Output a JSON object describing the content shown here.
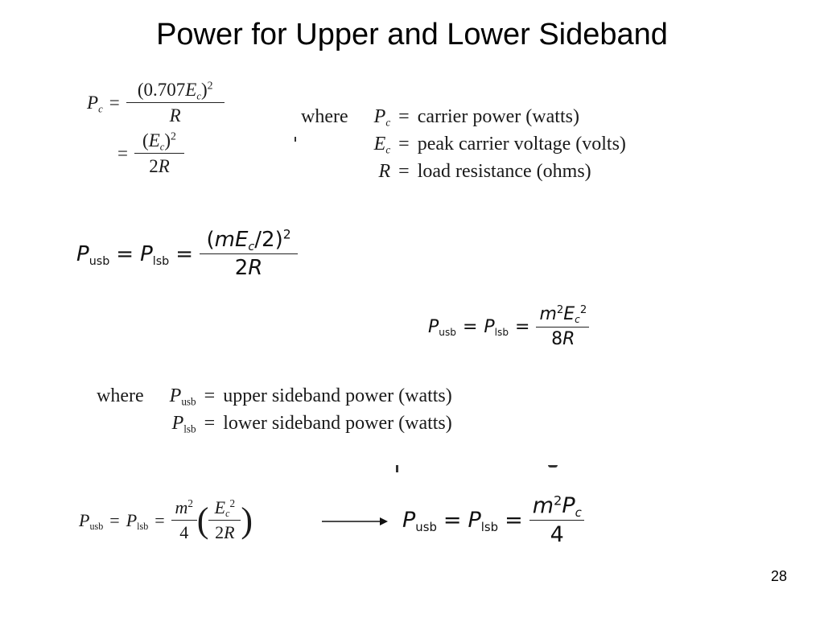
{
  "title": "Power for Upper and Lower Sideband",
  "page_number": "28",
  "carrier_power_eq": {
    "lhs": "P",
    "lhs_sub": "c",
    "eq": "=",
    "num1_open": "(0.707",
    "num1_var": "E",
    "num1_sub": "c",
    "num1_close": ")",
    "num1_exp": "2",
    "den1": "R",
    "num2_open": "(",
    "num2_var": "E",
    "num2_sub": "c",
    "num2_close": ")",
    "num2_exp": "2",
    "den2_coef": "2",
    "den2_var": "R"
  },
  "carrier_defs": {
    "where": "where",
    "rows": [
      {
        "sym": "P",
        "sub": "c",
        "eq": "=",
        "text": "carrier power (watts)"
      },
      {
        "sym": "E",
        "sub": "c",
        "eq": "=",
        "text": "peak carrier voltage (volts)"
      },
      {
        "sym": "R",
        "sub": "",
        "eq": "=",
        "text": "load resistance (ohms)"
      }
    ]
  },
  "sideband_eq1": {
    "p": "P",
    "usb": "usb",
    "lsb": "lsb",
    "eq": "=",
    "num_open": "(",
    "num_m": "m",
    "num_E": "E",
    "num_c": "c",
    "num_rest": "/2)",
    "num_exp": "2",
    "den_coef": "2",
    "den_var": "R"
  },
  "sideband_eq2": {
    "p": "P",
    "usb": "usb",
    "lsb": "lsb",
    "eq": "=",
    "num_m": "m",
    "num_m_exp": "2",
    "num_E": "E",
    "num_c": "c",
    "num_E_exp": "2",
    "den_coef": "8",
    "den_var": "R"
  },
  "sideband_defs": {
    "where": "where",
    "rows": [
      {
        "sym": "P",
        "sub": "usb",
        "eq": "=",
        "text": "upper sideband power (watts)"
      },
      {
        "sym": "P",
        "sub": "lsb",
        "eq": "=",
        "text": "lower sideband power (watts)"
      }
    ]
  },
  "sideband_eq3": {
    "p": "P",
    "usb": "usb",
    "lsb": "lsb",
    "eq": "=",
    "m": "m",
    "m_exp": "2",
    "four": "4",
    "E": "E",
    "c": "c",
    "E_exp": "2",
    "den_coef": "2",
    "den_var": "R"
  },
  "sideband_eq4": {
    "p": "P",
    "usb": "usb",
    "lsb": "lsb",
    "eq": "=",
    "m": "m",
    "m_exp": "2",
    "Pc": "P",
    "c": "c",
    "four": "4"
  }
}
